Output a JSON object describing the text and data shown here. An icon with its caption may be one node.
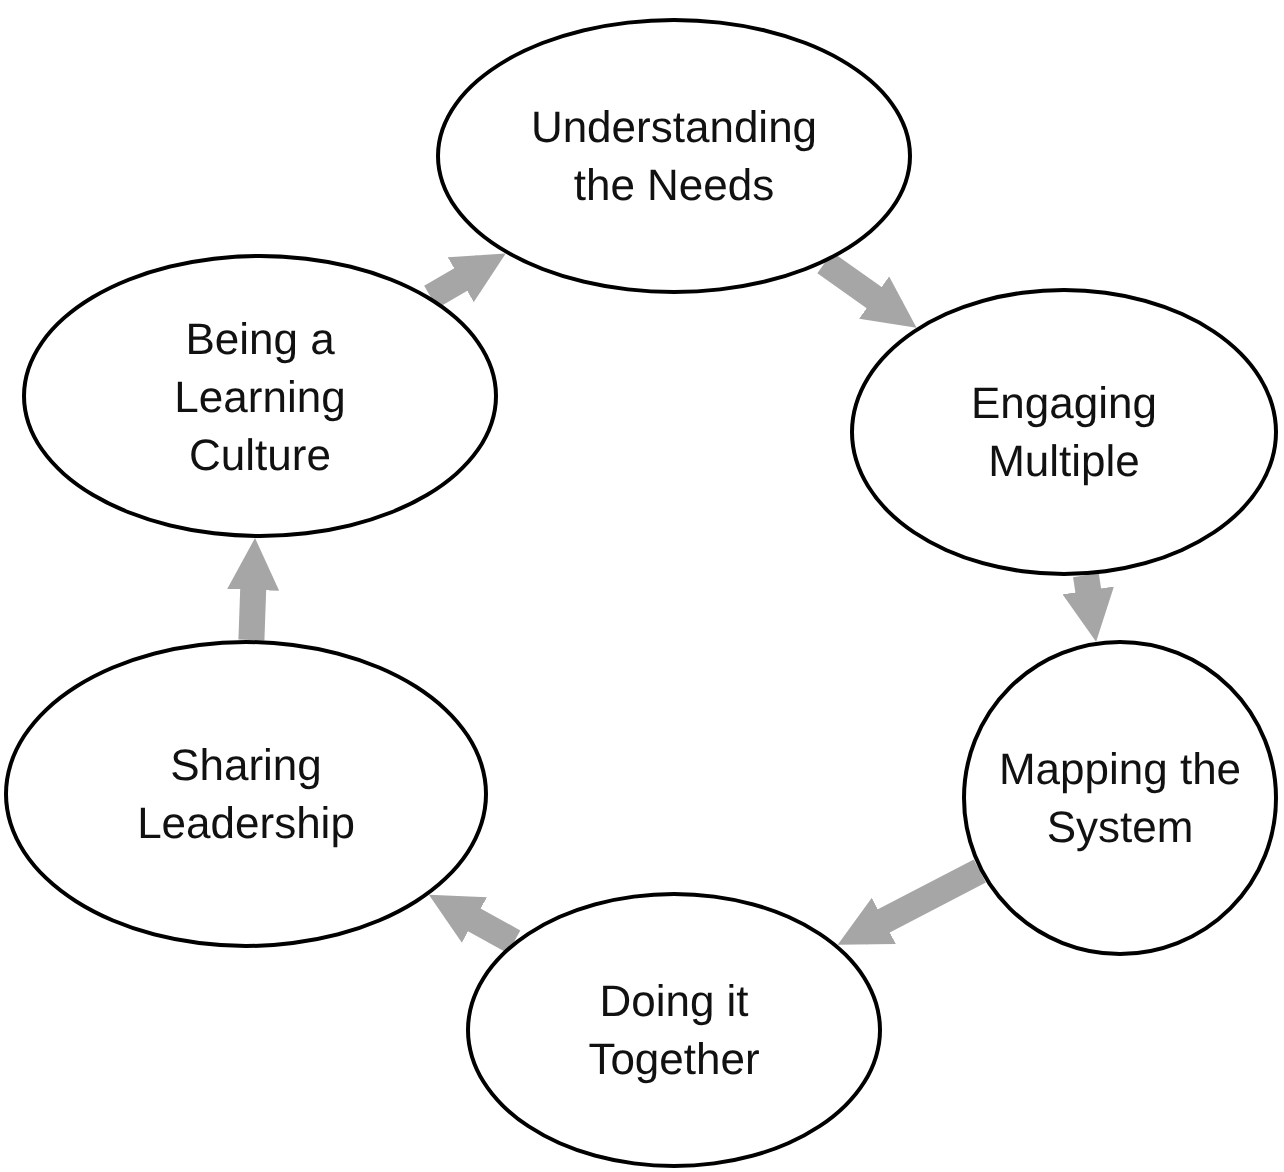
{
  "diagram": {
    "nodes": [
      {
        "text": [
          "Understanding the Needs"
        ]
      },
      {
        "text": [
          "Engaging Multiple"
        ]
      },
      {
        "text": [
          "Mapping the System"
        ]
      },
      {
        "text": [
          "Doing it Together"
        ]
      },
      {
        "text": [
          "Sharing Leadership"
        ]
      },
      {
        "text": [
          "Being a Learning Culture"
        ]
      }
    ],
    "edges": [
      {
        "from": 0,
        "to": 1,
        "arrow": "to"
      },
      {
        "from": 1,
        "to": 2,
        "arrow": "to"
      },
      {
        "from": 2,
        "to": 3,
        "arrow": "to"
      },
      {
        "from": 3,
        "to": 4,
        "arrow": "to"
      },
      {
        "from": 4,
        "to": 5,
        "arrow": "to"
      },
      {
        "from": 5,
        "to": 0,
        "arrow": "to"
      }
    ]
  }
}
